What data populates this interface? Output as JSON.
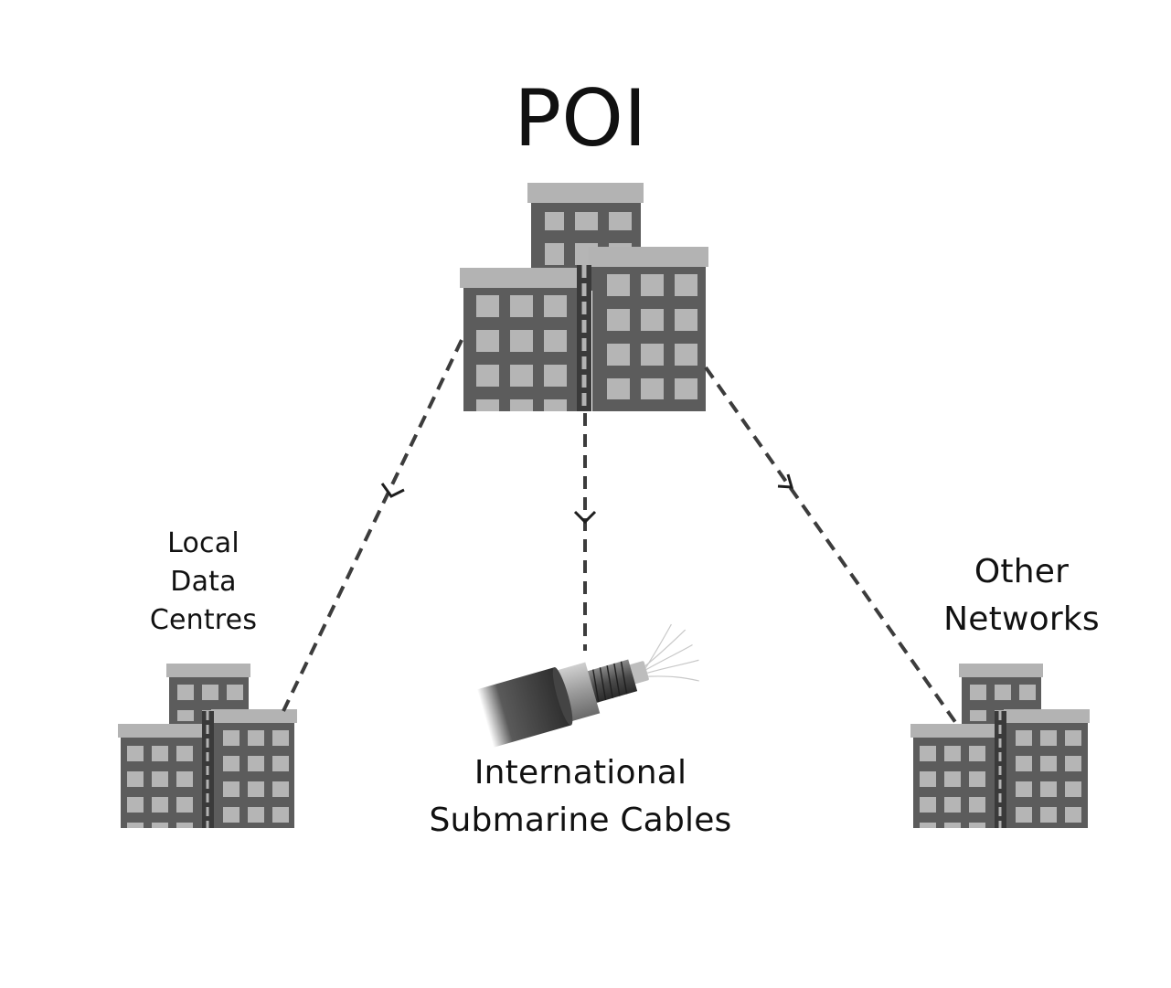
{
  "diagram": {
    "title": "POI",
    "nodes": {
      "poi": {
        "label": "POI"
      },
      "local_data_centres": {
        "lines": [
          "Local",
          "Data",
          "Centres"
        ]
      },
      "international_submarine_cables": {
        "lines": [
          "International",
          "Submarine Cables"
        ]
      },
      "other_networks": {
        "lines": [
          "Other",
          "Networks"
        ]
      }
    },
    "edges": [
      {
        "from": "poi",
        "to": "local_data_centres",
        "style": "dashed-arrow"
      },
      {
        "from": "poi",
        "to": "international_submarine_cables",
        "style": "dashed-arrow"
      },
      {
        "from": "poi",
        "to": "other_networks",
        "style": "dashed-arrow"
      }
    ],
    "colors": {
      "building_body": "#5c5c5c",
      "building_roof": "#b3b3b3",
      "building_window": "#b5b5b5",
      "connector": "#3c3c3c",
      "text": "#111111"
    }
  }
}
